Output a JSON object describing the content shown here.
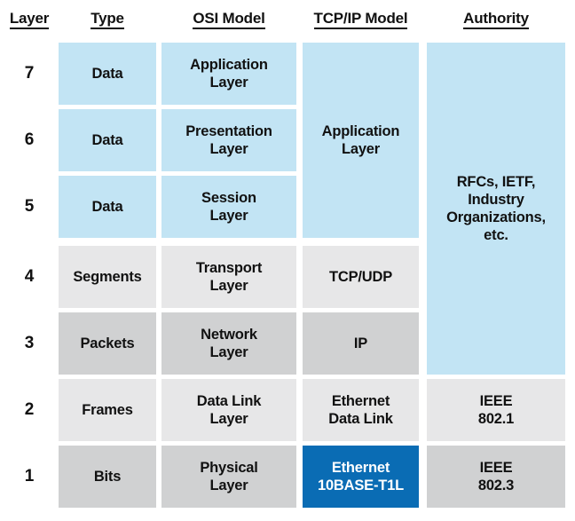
{
  "title": "OSI Model vs TCP/IP Model layer comparison table",
  "colors": {
    "light_blue": "#c2e4f4",
    "gray_light": "#e7e7e8",
    "gray_dark": "#d0d1d2",
    "accent_blue": "#0a6cb4",
    "text": "#111111",
    "accent_text": "#ffffff",
    "background": "#ffffff"
  },
  "headers": {
    "layer": "Layer",
    "type": "Type",
    "osi": "OSI Model",
    "tcpip": "TCP/IP Model",
    "authority": "Authority"
  },
  "rows": [
    {
      "layer": "7",
      "type": "Data",
      "osi_line1": "Application",
      "osi_line2": "Layer"
    },
    {
      "layer": "6",
      "type": "Data",
      "osi_line1": "Presentation",
      "osi_line2": "Layer"
    },
    {
      "layer": "5",
      "type": "Data",
      "osi_line1": "Session",
      "osi_line2": "Layer"
    },
    {
      "layer": "4",
      "type": "Segments",
      "osi_line1": "Transport",
      "osi_line2": "Layer"
    },
    {
      "layer": "3",
      "type": "Packets",
      "osi_line1": "Network",
      "osi_line2": "Layer"
    },
    {
      "layer": "2",
      "type": "Frames",
      "osi_line1": "Data Link",
      "osi_line2": "Layer"
    },
    {
      "layer": "1",
      "type": "Bits",
      "osi_line1": "Physical",
      "osi_line2": "Layer"
    }
  ],
  "tcpip_cells": [
    {
      "line1": "Application",
      "line2": "Layer",
      "spans_layers": "7-5"
    },
    {
      "line1": "TCP/UDP",
      "line2": "",
      "spans_layers": "4"
    },
    {
      "line1": "IP",
      "line2": "",
      "spans_layers": "3"
    },
    {
      "line1": "Ethernet",
      "line2": "Data Link",
      "spans_layers": "2"
    },
    {
      "line1": "Ethernet",
      "line2": "10BASE-T1L",
      "spans_layers": "1",
      "highlighted": "true"
    }
  ],
  "authority_cells": [
    {
      "line1": "RFCs, IETF,",
      "line2": "Industry",
      "line3": "Organizations,",
      "line4": "etc.",
      "spans_layers": "7-3"
    },
    {
      "line1": "IEEE",
      "line2": "802.1",
      "line3": "",
      "line4": "",
      "spans_layers": "2"
    },
    {
      "line1": "IEEE",
      "line2": "802.3",
      "line3": "",
      "line4": "",
      "spans_layers": "1"
    }
  ]
}
